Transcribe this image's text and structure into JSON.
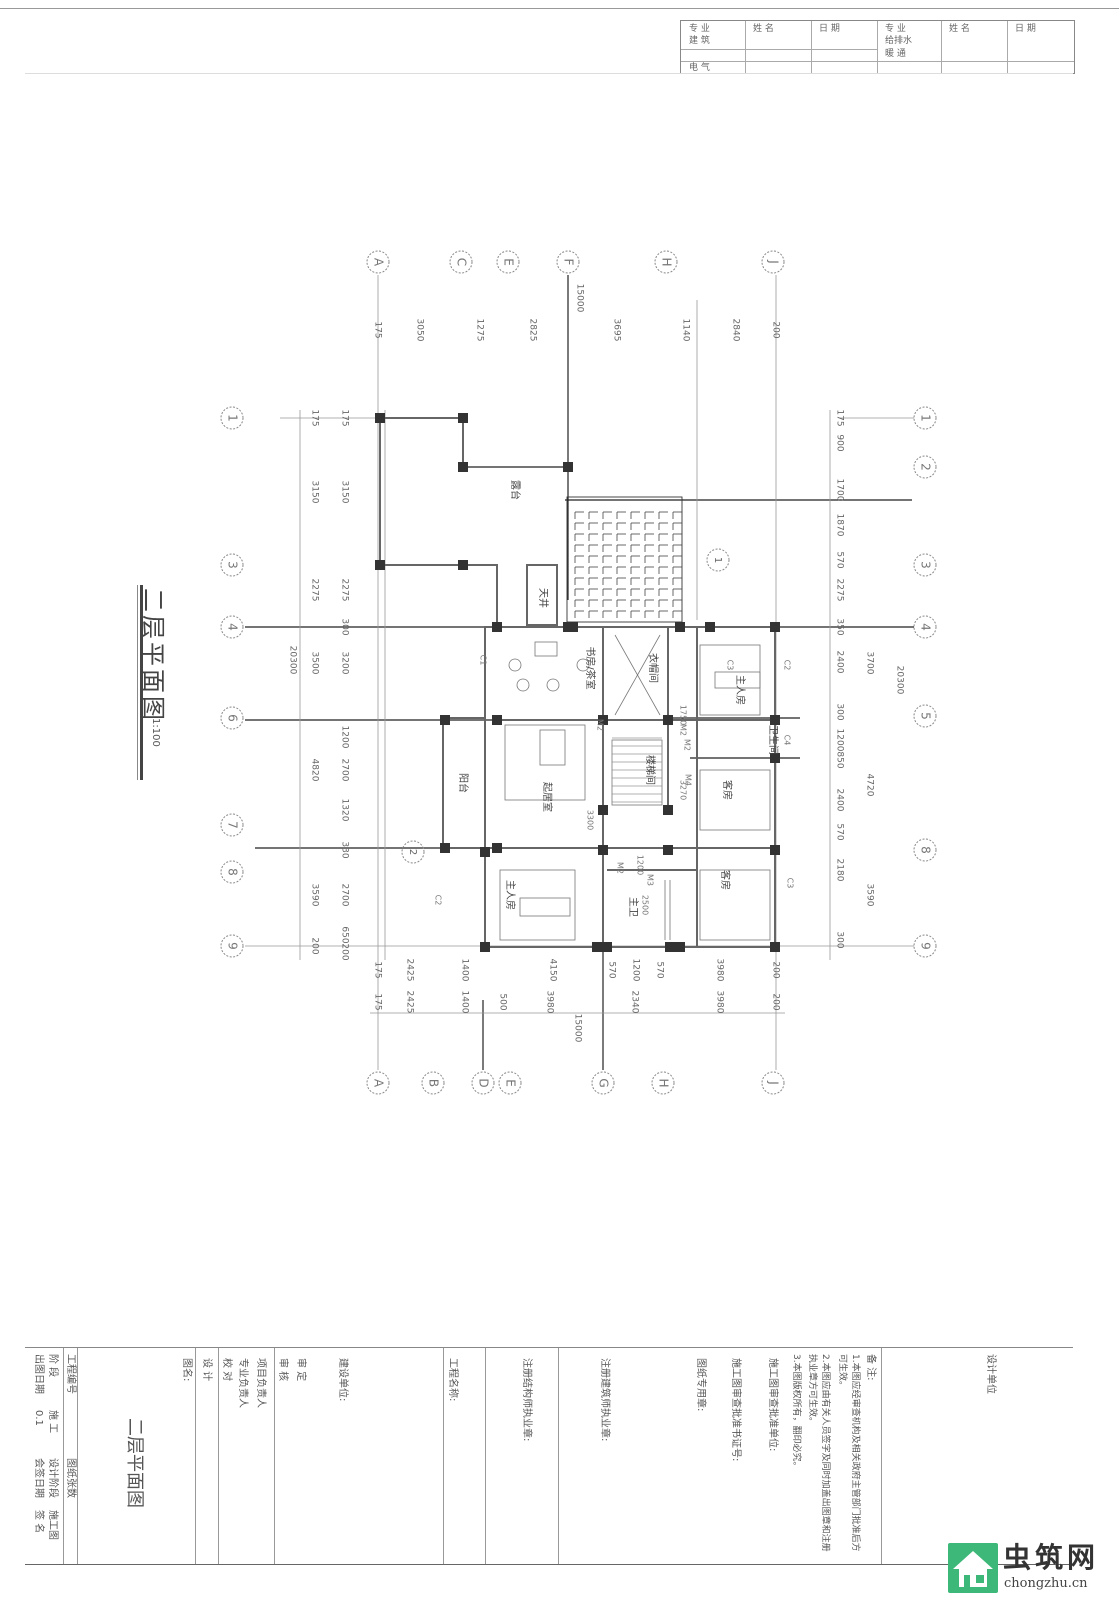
{
  "signature_table": {
    "left": {
      "discipline_header": "专 业",
      "name_header": "姓 名",
      "date_header": "日 期",
      "rows": [
        "建 筑",
        "",
        "电 气"
      ]
    },
    "right": {
      "discipline_header": "专 业",
      "name_header": "姓 名",
      "date_header": "日 期",
      "rows": [
        "给排水",
        "暖 通"
      ]
    }
  },
  "drawing_title": {
    "name": "二层平面图",
    "scale": "1:100"
  },
  "axes": {
    "top": [
      "A",
      "C",
      "E",
      "F",
      "H",
      "J"
    ],
    "bottom": [
      "A",
      "B",
      "D",
      "E",
      "G",
      "H",
      "J"
    ],
    "left": [
      "1",
      "3",
      "4",
      "6",
      "7",
      "8",
      "9"
    ],
    "right": [
      "1",
      "2",
      "3",
      "4",
      "5",
      "8",
      "9"
    ]
  },
  "dimensions": {
    "top": [
      "175",
      "3050",
      "1275",
      "2825",
      "3695",
      "1140",
      "2840",
      "200"
    ],
    "top_total": "15000",
    "bottom_row1": [
      "175",
      "2425",
      "1400",
      "4150",
      "570",
      "1200",
      "570",
      "3980",
      "200"
    ],
    "bottom_row2": [
      "175",
      "2425",
      "1400",
      "500",
      "3980",
      "2340",
      "3980",
      "200"
    ],
    "bottom_total": "15000",
    "left_outer": [
      "175",
      "3150",
      "2275",
      "3500",
      "4820",
      "3590",
      "200"
    ],
    "left_inner": [
      "175",
      "3150",
      "2275",
      "300",
      "3200",
      "1200",
      "2700",
      "1320",
      "330",
      "2700",
      "650",
      "200"
    ],
    "left_total": "20300",
    "right_inner": [
      "175",
      "900",
      "1700",
      "1870",
      "570",
      "2275",
      "350",
      "2400",
      "300",
      "1200",
      "850",
      "2400",
      "570",
      "2180",
      "300"
    ],
    "right_outer": [
      "3700",
      "4720",
      "3590"
    ],
    "right_total": "20300"
  },
  "rooms": [
    "露台",
    "天井",
    "书房/茶室",
    "衣帽间",
    "主人房",
    "卫生间",
    "客房",
    "起居室",
    "阳台",
    "楼梯间",
    "主卫",
    "客房",
    "主人房"
  ],
  "tags": [
    "M2",
    "M2",
    "M3",
    "M2",
    "M2",
    "C1",
    "C2",
    "C3",
    "C4",
    "C2",
    "C3",
    "M4",
    "3300",
    "1200",
    "2500",
    "3270",
    "1750"
  ],
  "section_marks": [
    "1",
    "2",
    "3"
  ],
  "title_block": {
    "left_cols": [
      {
        "a": "出图日期",
        "b": "0.1",
        "c": "会签日期",
        "d": "签 名"
      },
      {
        "a": "阶 段",
        "b": "施 工",
        "c": "设计阶段",
        "d": "施工图"
      },
      {
        "a": "工程编号",
        "b": "",
        "c": "图纸张数",
        "d": ""
      }
    ],
    "drawing_name_label": "图名:",
    "drawing_name": "二层平面图",
    "roles": [
      "设 计",
      "校 对",
      "专业负责人",
      "项目负责人",
      "审 核",
      "审 定"
    ],
    "client_label": "建设单位:",
    "project_label": "工程名称:",
    "structural_seal": "注册结构师执业章:",
    "architect_seal": "注册建筑师执业章:",
    "drawing_seal": "图纸专用章:",
    "approval_no": "施工图审查批准书证号:",
    "approval_unit": "施工图审查批准单位:",
    "notes_title": "备 注:",
    "notes": [
      "1.本图应经审查机构及相关政府主管部门批准后方可生效。",
      "2.本图应由有关人员签字及同时加盖出图章和注册执业章方可生效。",
      "3.本图版权所有，翻印必究。"
    ],
    "design_unit": "设计单位"
  },
  "watermark": {
    "brand": "虫筑网",
    "url": "chongzhu.cn",
    "color": "#3db878"
  }
}
